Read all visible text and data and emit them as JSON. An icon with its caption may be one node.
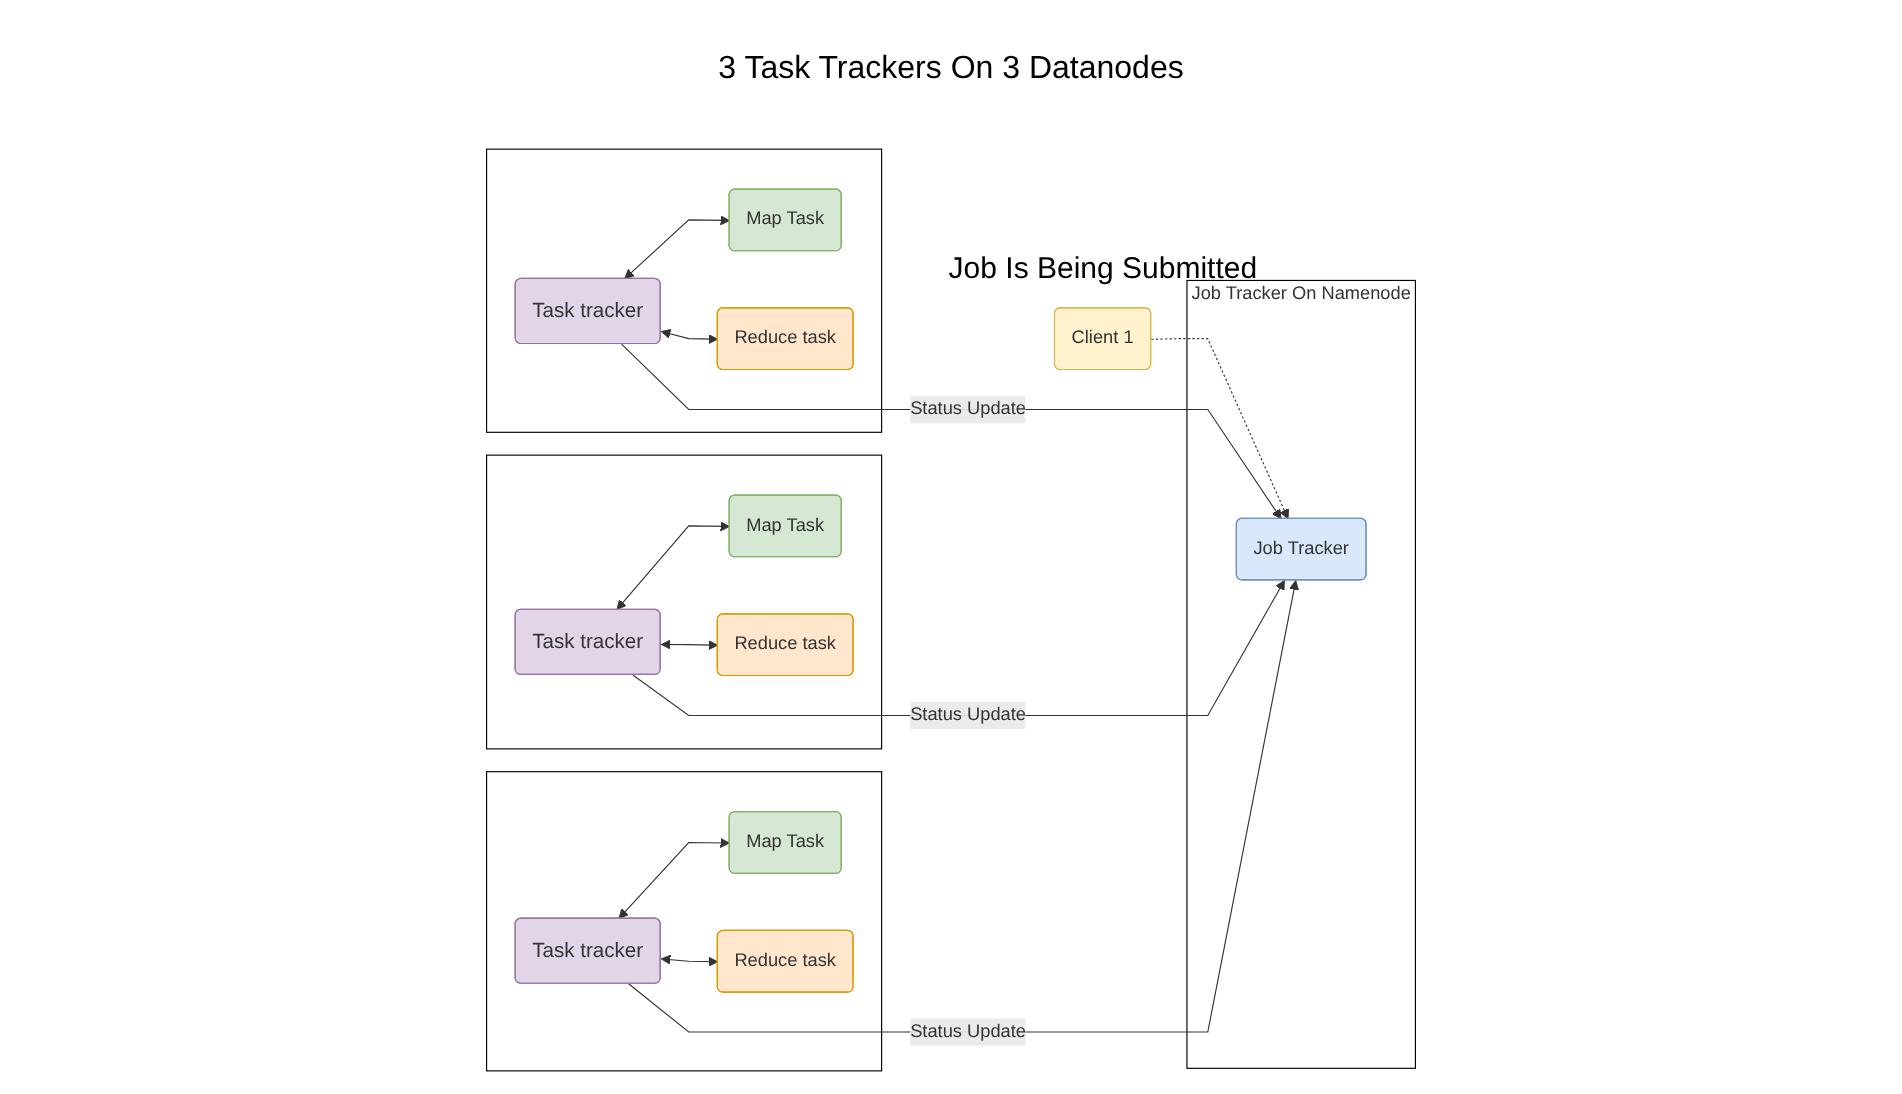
{
  "diagram": {
    "nodes": [
      {
        "text": [
          "Client 1"
        ],
        "beside": [
          "Job Is Being Submitted"
        ]
      },
      {
        "text": [
          "Job Tracker On Namenode"
        ]
      },
      {
        "text": [
          "Job Tracker"
        ],
        "in": 1
      },
      {
        "text": [],
        "shape": "box"
      },
      {
        "text": [
          "Task tracker"
        ],
        "in": 3
      },
      {
        "text": [
          "Map Task"
        ],
        "in": 3
      },
      {
        "text": [
          "Reduce task"
        ],
        "in": 3
      },
      {
        "text": [],
        "shape": "box"
      },
      {
        "text": [
          "Task tracker"
        ],
        "in": 7
      },
      {
        "text": [
          "Map Task"
        ],
        "in": 7
      },
      {
        "text": [
          "Reduce task"
        ],
        "in": 7
      },
      {
        "text": [],
        "shape": "box"
      },
      {
        "text": [
          "Task tracker"
        ],
        "in": 11
      },
      {
        "text": [
          "Map Task"
        ],
        "in": 11
      },
      {
        "text": [
          "Reduce task"
        ],
        "in": 11
      }
    ],
    "edges": [
      {
        "from": 0,
        "to": 2,
        "arrow": "to",
        "style": "dashed"
      },
      {
        "from": 4,
        "to": 2,
        "arrow": "to",
        "label": "Status Update"
      },
      {
        "from": 8,
        "to": 2,
        "arrow": "to",
        "label": "Status Update"
      },
      {
        "from": 12,
        "to": 2,
        "arrow": "to",
        "label": "Status Update"
      },
      {
        "from": 4,
        "to": 5,
        "arrow": "both"
      },
      {
        "from": 4,
        "to": 6,
        "arrow": "both"
      },
      {
        "from": 8,
        "to": 9,
        "arrow": "both"
      },
      {
        "from": 8,
        "to": 10,
        "arrow": "both"
      },
      {
        "from": 12,
        "to": 13,
        "arrow": "both"
      },
      {
        "from": 12,
        "to": 14,
        "arrow": "both"
      }
    ],
    "labels": [
      "3 Task Trackers On 3 Datanodes"
    ]
  }
}
